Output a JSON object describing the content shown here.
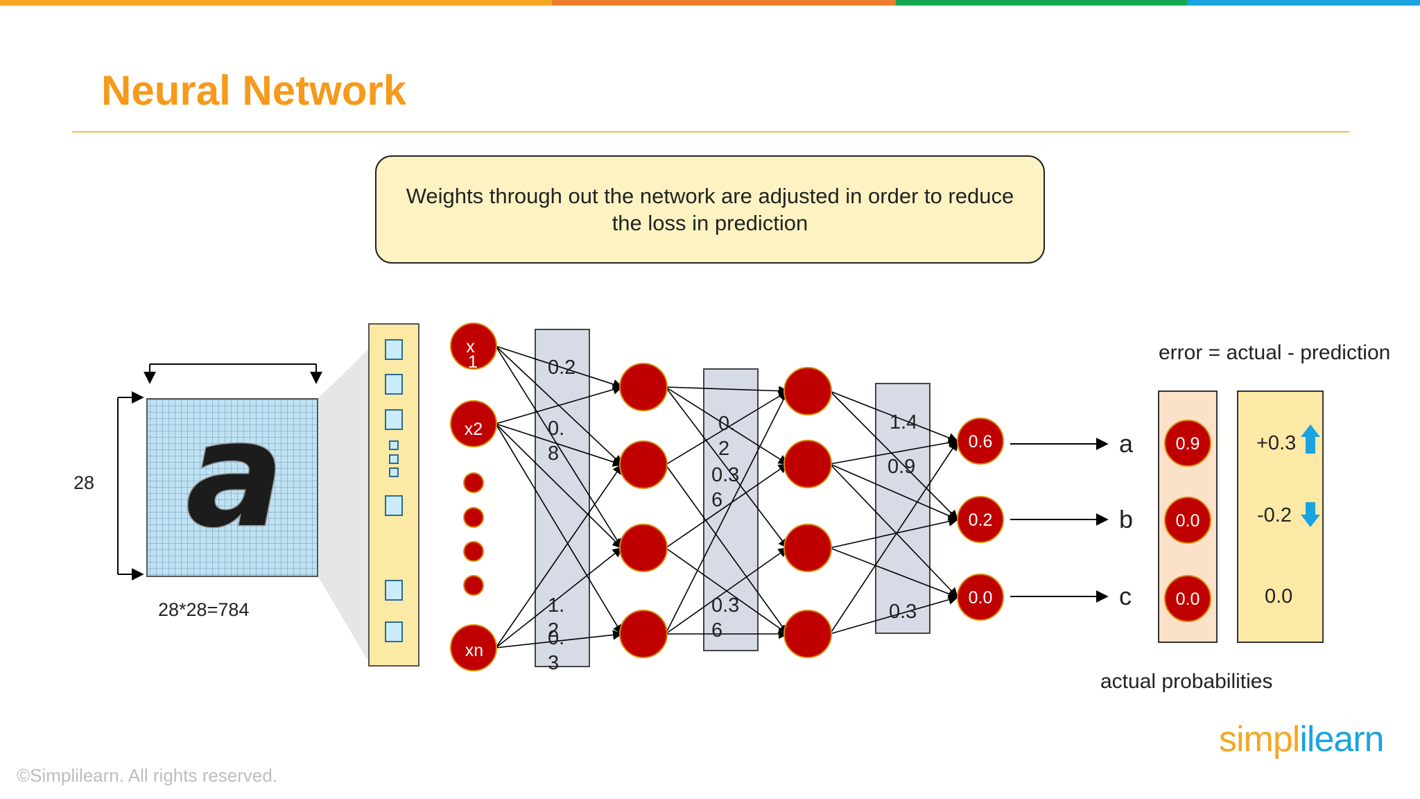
{
  "colors": {
    "bar": [
      "#f5a623",
      "#ee7d2f",
      "#15a651",
      "#1aa3e0"
    ],
    "title": "#f59a1b",
    "rule": "#f0c040",
    "neuron": "#c00000",
    "neuron_stroke": "#d98a00",
    "panel_blue": "#d7dbe6",
    "panel_yellow": "#fde9a6",
    "panel_peach": "#fbe1c8",
    "grid_fill": "#bfe2f3",
    "grid_line": "#5a7fa0",
    "arrow_blue": "#1aa3e0",
    "footer": "#bdbdbd",
    "logo_orange": "#f5a623",
    "logo_blue": "#1aa3e0"
  },
  "title": "Neural Network",
  "callout": {
    "line1": "Weights through out the network are adjusted in order to reduce",
    "line2": "the loss in prediction"
  },
  "image": {
    "letter": "a",
    "side_label": "28",
    "size_label": "28*28=784"
  },
  "inputs": [
    "x\n1",
    "x2",
    "xn"
  ],
  "weights1": [
    "0.2",
    "0.\n8",
    "1.\n2",
    "0.\n3"
  ],
  "weights2": [
    "0.\n2",
    "0.3\n6",
    "0.3\n6"
  ],
  "weights3": [
    "1.4",
    "0.9",
    "0.3"
  ],
  "outputs": [
    "0.6",
    "0.2",
    "0.0"
  ],
  "classes": [
    "a",
    "b",
    "c"
  ],
  "actual": [
    "0.9",
    "0.0",
    "0.0"
  ],
  "errors": [
    "+0.3",
    "-0.2",
    "0.0"
  ],
  "error_formula": "error = actual - prediction",
  "actual_label": "actual probabilities",
  "footer": "©Simplilearn. All rights reserved.",
  "logo": {
    "part1": "simpl",
    "part2": "i",
    "part3": "learn"
  },
  "icons": [
    "arrow-up-icon",
    "arrow-down-icon",
    "dimension-arrow-icon"
  ]
}
